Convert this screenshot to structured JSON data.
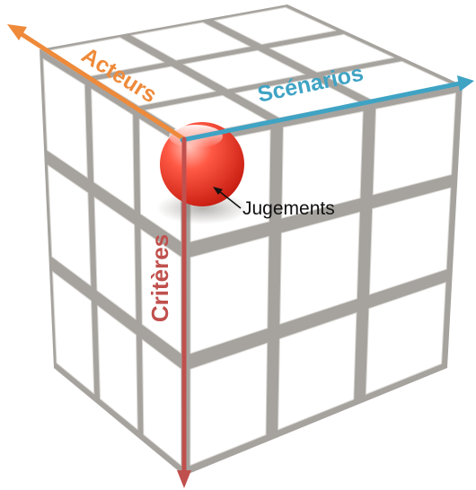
{
  "diagram": {
    "axes": {
      "acteurs": {
        "label": "Acteurs",
        "color": "#ee8a3a"
      },
      "scenarios": {
        "label": "Scénarios",
        "color": "#3fa3c4"
      },
      "criteres": {
        "label": "Critères",
        "color": "#c0504d"
      }
    },
    "point": {
      "label": "Jugements",
      "color": "#e8311f"
    },
    "cube": {
      "face_color": "#ffffff",
      "frame_color": "#a6a39e",
      "grid": "3x3x3"
    }
  }
}
